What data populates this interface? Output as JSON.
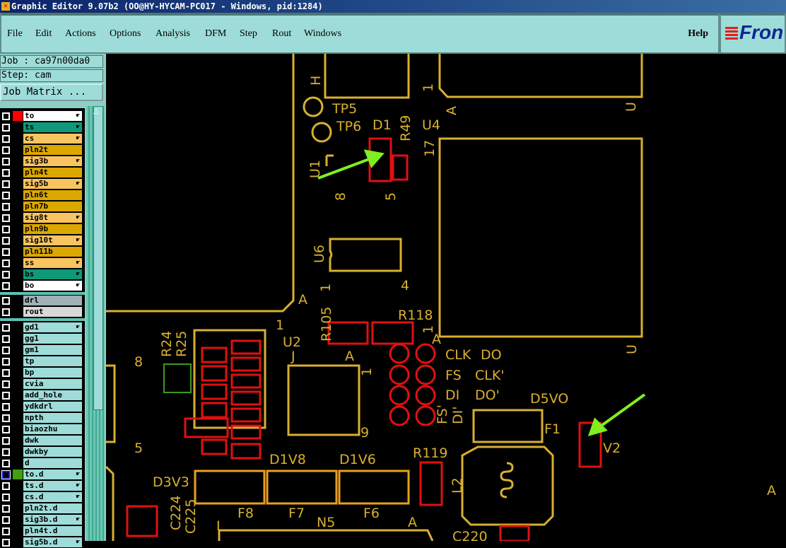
{
  "window": {
    "title": "Graphic Editor 9.07b2 (OO@HY-HYCAM-PC017 - Windows, pid:1284)"
  },
  "menu": {
    "items": [
      "File",
      "Edit",
      "Actions",
      "Options",
      "Analysis",
      "DFM",
      "Step",
      "Rout",
      "Windows"
    ],
    "help": "Help",
    "logo": "Fron"
  },
  "job": {
    "job": "Job : ca97n00da0",
    "step": "Step: cam",
    "matrix_button": "Job Matrix ..."
  },
  "colors": {
    "board_fg": "#d8b030",
    "pad_red": "#e01010",
    "pad_green": "#3c9a20",
    "arrow": "#7ef020"
  },
  "layers": [
    {
      "name": "to",
      "color": "#ffffff",
      "swatch": "#ff0000",
      "hand": true
    },
    {
      "name": "ts",
      "color": "#0e9a78",
      "hand": true
    },
    {
      "name": "cs",
      "color": "#f8c460",
      "hand": true
    },
    {
      "name": "pln2t",
      "color": "#dba800"
    },
    {
      "name": "sig3b",
      "color": "#f8c460",
      "hand": true
    },
    {
      "name": "pln4t",
      "color": "#dba800"
    },
    {
      "name": "sig5b",
      "color": "#f8c460",
      "hand": true
    },
    {
      "name": "pln6t",
      "color": "#dba800"
    },
    {
      "name": "pln7b",
      "color": "#dba800"
    },
    {
      "name": "sig8t",
      "color": "#f8c460",
      "hand": true
    },
    {
      "name": "pln9b",
      "color": "#dba800"
    },
    {
      "name": "sig10t",
      "color": "#f8c460",
      "hand": true
    },
    {
      "name": "pln11b",
      "color": "#dba800"
    },
    {
      "name": "ss",
      "color": "#f8c460",
      "hand": true
    },
    {
      "name": "bs",
      "color": "#0e9a78",
      "hand": true
    },
    {
      "name": "bo",
      "color": "#ffffff",
      "hand": true
    }
  ],
  "drill_layers": [
    {
      "name": "drl",
      "color": "#a0b0b4"
    },
    {
      "name": "rout",
      "color": "#d8d8d8"
    }
  ],
  "misc_layers": [
    {
      "name": "gd1",
      "hand": true
    },
    {
      "name": "gg1"
    },
    {
      "name": "gm1"
    },
    {
      "name": "tp"
    },
    {
      "name": "bp"
    },
    {
      "name": "cvia"
    },
    {
      "name": "add_hole"
    },
    {
      "name": "ydkdrl"
    },
    {
      "name": "npth"
    },
    {
      "name": "biaozhu"
    },
    {
      "name": "dwk"
    },
    {
      "name": "dwkby"
    },
    {
      "name": "d"
    },
    {
      "name": "to.d",
      "hand": true,
      "selected": true,
      "swatch": "#40a010"
    },
    {
      "name": "ts.d",
      "hand": true
    },
    {
      "name": "cs.d",
      "hand": true
    },
    {
      "name": "pln2t.d"
    },
    {
      "name": "sig3b.d",
      "hand": true
    },
    {
      "name": "pln4t.d"
    },
    {
      "name": "sig5b.d",
      "hand": true
    }
  ],
  "board_labels": [
    "H",
    "TP5",
    "TP6",
    "D1",
    "R49",
    "U4",
    "1",
    "A",
    "U",
    "17",
    "U1",
    "8",
    "5",
    "U6",
    "1",
    "4",
    "A",
    "R105",
    "R118",
    "1",
    "U2",
    "J",
    "A",
    "A",
    "1",
    "9",
    "CLK",
    "DO",
    "FS",
    "CLK'",
    "DI",
    "DO'",
    "D5VO",
    "F1",
    "V2",
    "R24",
    "R25",
    "8",
    "5",
    "D1V8",
    "D1V6",
    "D3V3",
    "F8",
    "F7",
    "F6",
    "N5",
    "A",
    "L",
    "R119",
    "L2",
    "C220",
    "C224",
    "C225",
    "FS'",
    "DI'",
    "U",
    "1",
    "A"
  ]
}
